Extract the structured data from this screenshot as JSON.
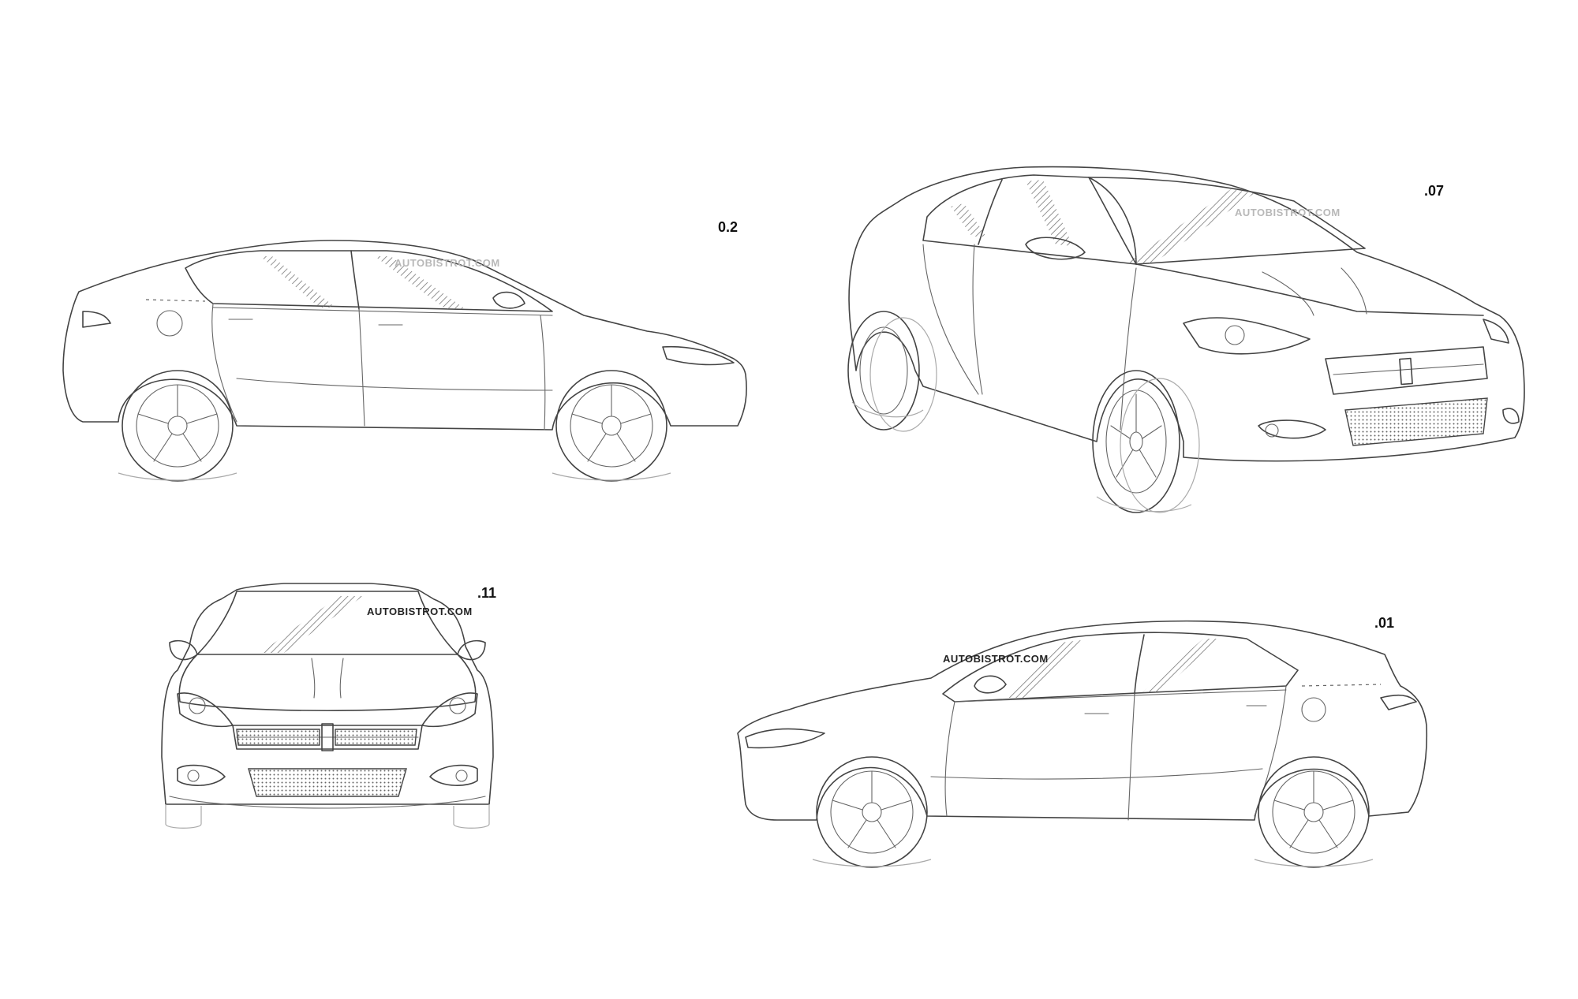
{
  "figures": [
    {
      "id": "side-left",
      "number": "0.2",
      "watermark": "AUTOBISTROT.COM"
    },
    {
      "id": "front-three-quarter",
      "number": ".07",
      "watermark": "AUTOBISTROT.COM"
    },
    {
      "id": "front",
      "number": ".11",
      "watermark": "AUTOBISTROT.COM"
    },
    {
      "id": "side-right",
      "number": ".01",
      "watermark": "AUTOBISTROT.COM"
    }
  ],
  "colors": {
    "line": "#444444",
    "background": "#ffffff",
    "hatch": "#777777"
  }
}
